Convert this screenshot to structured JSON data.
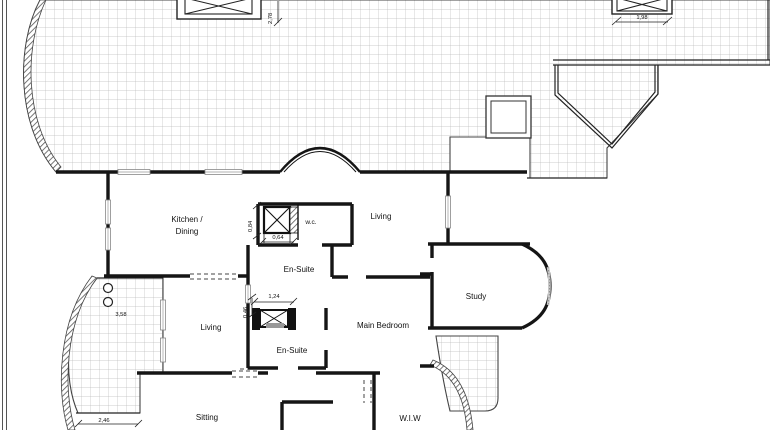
{
  "plan": {
    "rooms": {
      "kitchen_line1": "Kitchen /",
      "kitchen_line2": "Dining",
      "wc": "w.c.",
      "living_right": "Living",
      "ensuite_1": "En-Suite",
      "study": "Study",
      "living_left": "Living",
      "main_bedroom": "Main Bedroom",
      "ensuite_2": "En-Suite",
      "sitting": "Sitting",
      "wiw": "W.I.W"
    },
    "dimensions": {
      "skylight_left_depth": "2,78",
      "skylight_right_width": "1,98",
      "lift_height": "0,84",
      "lift_width": "0,64",
      "shaft_width": "1,24",
      "shaft_height": "0,46",
      "terrace_left_width": "3,58",
      "terrace_left_bottom_width": "2,46"
    },
    "colors": {
      "wall": "#151515",
      "tile_line": "#b9b9b9",
      "hatch": "#555555",
      "background": "#ffffff",
      "text": "#111111"
    }
  }
}
